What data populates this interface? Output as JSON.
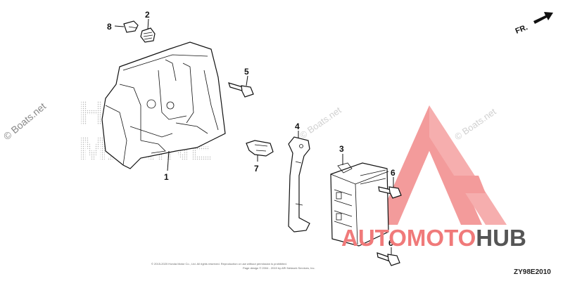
{
  "callouts": {
    "c1": "1",
    "c2": "2",
    "c3": "3",
    "c4": "4",
    "c5": "5",
    "c6a": "6",
    "c6b": "6",
    "c7": "7",
    "c8": "8"
  },
  "direction_label": "FR.",
  "copyright_lines": [
    "© 2015-2020 Honda Motor Co., Ltd. All rights reserved. Reproduction or use without permission is prohibited.",
    "Page design © 2004 - 2019 by ARI Network Services, Inc."
  ],
  "diagram_code": "ZY98E2010",
  "watermarks": {
    "boats_left": "© Boats.net",
    "boats_mid": "© Boats.net",
    "boats_right": "© Boats.net"
  },
  "brand": {
    "part1": "AUTO",
    "part2": "MOTO",
    "part3": "HUB",
    "colors": {
      "red": "#f07a7a",
      "gray": "#555555"
    }
  },
  "background_text": {
    "line1": "HONDA",
    "line2": "MARINE"
  }
}
